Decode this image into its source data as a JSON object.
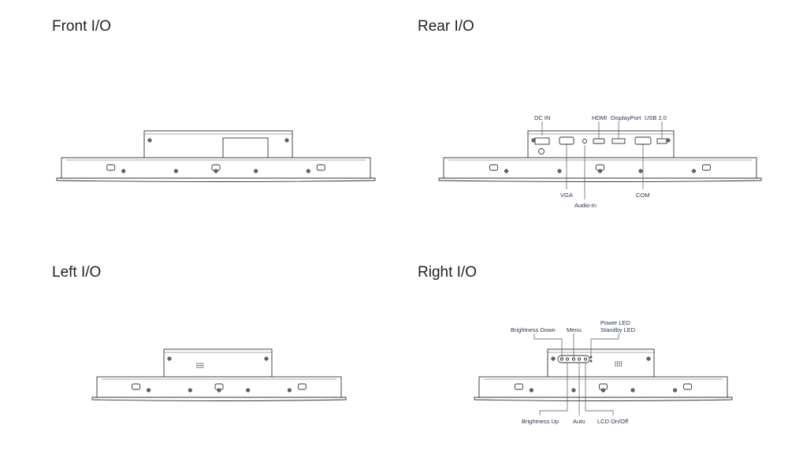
{
  "sections": {
    "front": {
      "title": "Front I/O"
    },
    "rear": {
      "title": "Rear I/O",
      "labels": {
        "dc_in": "DC IN",
        "hdmi": "HDMI",
        "displayport": "DisplayPort",
        "usb": "USB 2.0",
        "vga": "VGA",
        "audio_in": "Audio-In",
        "com": "COM"
      }
    },
    "left": {
      "title": "Left I/O"
    },
    "right": {
      "title": "Right I/O",
      "labels": {
        "brightness_down": "Brightness Down",
        "menu": "Menu",
        "power_led": "Power LED",
        "standby_led": "Standby LED",
        "brightness_up": "Brightness Up",
        "auto": "Auto",
        "lcd_onoff": "LCD On/Off"
      }
    }
  }
}
